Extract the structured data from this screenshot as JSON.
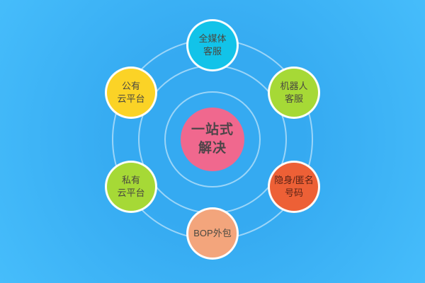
{
  "theme": {
    "background_center": "#35aaf1",
    "background_edge": "#46bdfb",
    "ring_color": "rgba(255,255,255,0.5)"
  },
  "diagram": {
    "center_node": {
      "lines": [
        "一站式",
        "解决"
      ],
      "color": "#f0688e",
      "text_color": "#4e4549",
      "position": "center"
    },
    "nodes": [
      {
        "id": "omnimedia-customer-service",
        "lines": [
          "全媒体",
          "客服"
        ],
        "color": "#12c3e9",
        "text_color": "#4a4840",
        "position": "top"
      },
      {
        "id": "robot-customer-service",
        "lines": [
          "机器人",
          "客服"
        ],
        "color": "#a6d936",
        "text_color": "#4a4840",
        "position": "top-right"
      },
      {
        "id": "anonymous-number",
        "lines": [
          "隐身/匿名",
          "号码"
        ],
        "color": "#ed6036",
        "text_color": "#5c2316",
        "position": "bottom-right"
      },
      {
        "id": "bop-outsourcing",
        "lines": [
          "BOP外包"
        ],
        "color": "#f3a57c",
        "text_color": "#4a4840",
        "position": "bottom"
      },
      {
        "id": "private-cloud-platform",
        "lines": [
          "私有",
          "云平台"
        ],
        "color": "#a6d936",
        "text_color": "#4a4840",
        "position": "bottom-left"
      },
      {
        "id": "public-cloud-platform",
        "lines": [
          "公有",
          "云平台"
        ],
        "color": "#fbd326",
        "text_color": "#4a4840",
        "position": "top-left"
      }
    ]
  }
}
